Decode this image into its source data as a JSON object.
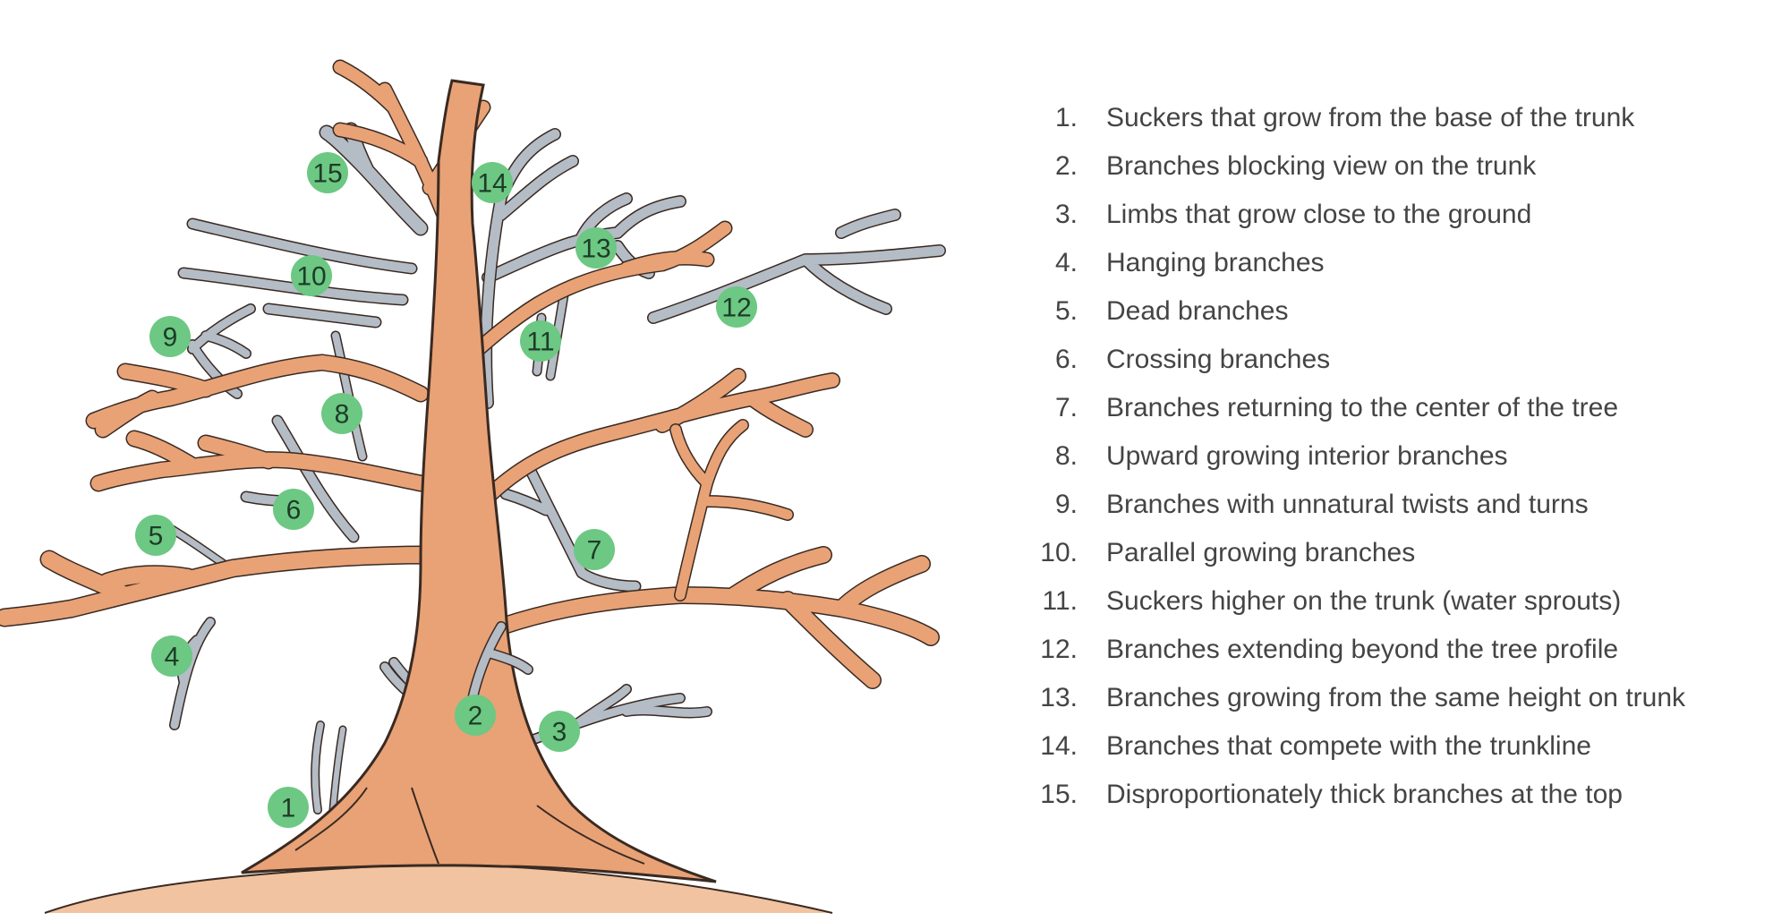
{
  "colors": {
    "live_wood": "#e8a276",
    "live_wood_outline": "#3a2a22",
    "pruned_wood": "#b4bcc6",
    "marker": "#6cc883",
    "marker_text": "#1f3b28",
    "ground": "#f1c3a0",
    "legend_text": "#444444"
  },
  "markers": [
    {
      "id": "1",
      "label": "1"
    },
    {
      "id": "2",
      "label": "2"
    },
    {
      "id": "3",
      "label": "3"
    },
    {
      "id": "4",
      "label": "4"
    },
    {
      "id": "5",
      "label": "5"
    },
    {
      "id": "6",
      "label": "6"
    },
    {
      "id": "7",
      "label": "7"
    },
    {
      "id": "8",
      "label": "8"
    },
    {
      "id": "9",
      "label": "9"
    },
    {
      "id": "10",
      "label": "10"
    },
    {
      "id": "11",
      "label": "11"
    },
    {
      "id": "12",
      "label": "12"
    },
    {
      "id": "13",
      "label": "13"
    },
    {
      "id": "14",
      "label": "14"
    },
    {
      "id": "15",
      "label": "15"
    }
  ],
  "legend": [
    {
      "number": "1.",
      "text": "Suckers that grow from the base of the trunk"
    },
    {
      "number": "2.",
      "text": "Branches blocking view on the trunk"
    },
    {
      "number": "3.",
      "text": "Limbs that grow close to the ground"
    },
    {
      "number": "4.",
      "text": "Hanging branches"
    },
    {
      "number": "5.",
      "text": "Dead branches"
    },
    {
      "number": "6.",
      "text": "Crossing branches"
    },
    {
      "number": "7.",
      "text": "Branches returning to the center of the tree"
    },
    {
      "number": "8.",
      "text": "Upward growing interior branches"
    },
    {
      "number": "9.",
      "text": "Branches with unnatural twists and turns"
    },
    {
      "number": "10.",
      "text": "Parallel growing branches"
    },
    {
      "number": "11.",
      "text": "Suckers higher on the trunk (water sprouts)"
    },
    {
      "number": "12.",
      "text": "Branches extending beyond the tree profile"
    },
    {
      "number": "13.",
      "text": "Branches growing from the same height on trunk"
    },
    {
      "number": "14.",
      "text": "Branches that compete with the trunkline"
    },
    {
      "number": "15.",
      "text": "Disproportionately thick branches at the top"
    }
  ]
}
